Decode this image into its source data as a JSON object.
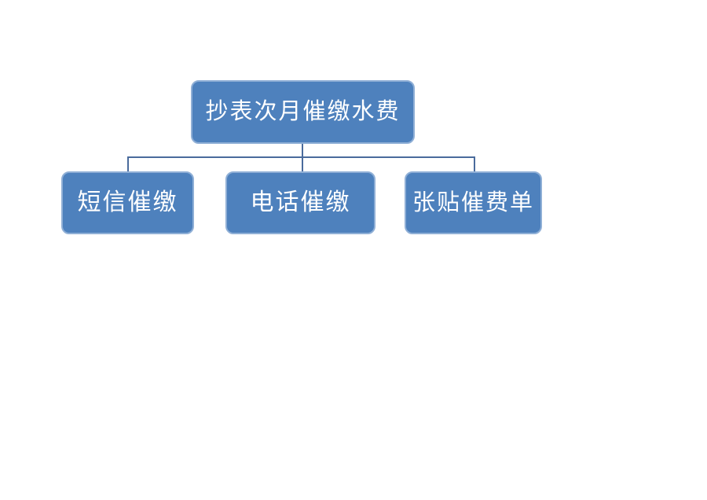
{
  "diagram": {
    "type": "org-chart",
    "root": {
      "label": "抄表次月催缴水费"
    },
    "children": [
      {
        "label": "短信催缴"
      },
      {
        "label": "电话催缴"
      },
      {
        "label": "张贴催费单"
      }
    ],
    "colors": {
      "box_fill": "#4E81BD",
      "box_border": "#8FAFD6",
      "connector": "#4A6B9C",
      "text": "#FFFFFF",
      "background": "#FFFFFF"
    }
  }
}
